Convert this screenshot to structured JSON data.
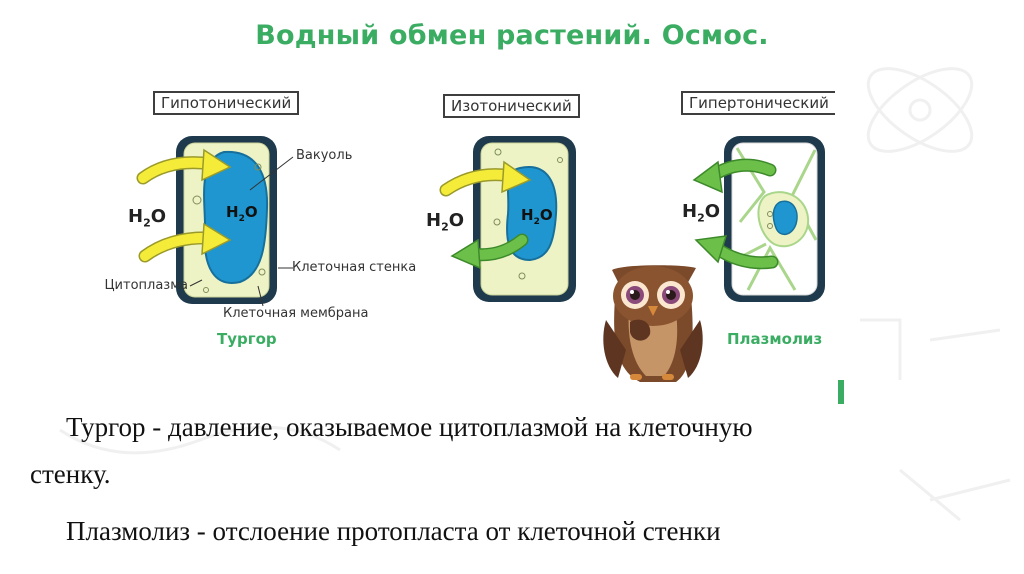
{
  "slide": {
    "title": "Водный обмен растений. Осмос.",
    "conditions": [
      {
        "label": "Гипотонический",
        "state": "Тургор"
      },
      {
        "label": "Изотонический",
        "state": ""
      },
      {
        "label": "Гипертонический",
        "state": "Плазмолиз"
      }
    ],
    "water": {
      "main": "H",
      "sub": "2",
      "tail": "O"
    },
    "cell_labels": {
      "vacuole": "Вакуоль",
      "cell_wall": "Клеточная стенка",
      "cytoplasm": "Цитоплазма",
      "cell_membrane": "Клеточная мембрана"
    },
    "definitions": {
      "turgor_line1": "Тургор - давление, оказываемое цитоплазмой на клеточную",
      "turgor_line2": "стенку.",
      "plasmolysis": "Плазмолиз - отслоение протопласта от клеточной стенки"
    }
  },
  "colors": {
    "title_green": "#3aad63",
    "cytoplasm": "#eef3c6",
    "vacuole": "#1f96cf",
    "cell_wall": "#1e3a4c",
    "arrow_yellow": "#f5ec3a",
    "arrow_green": "#6cc04a"
  },
  "icons": [
    "owl-mascot-icon",
    "arrow-icon"
  ]
}
